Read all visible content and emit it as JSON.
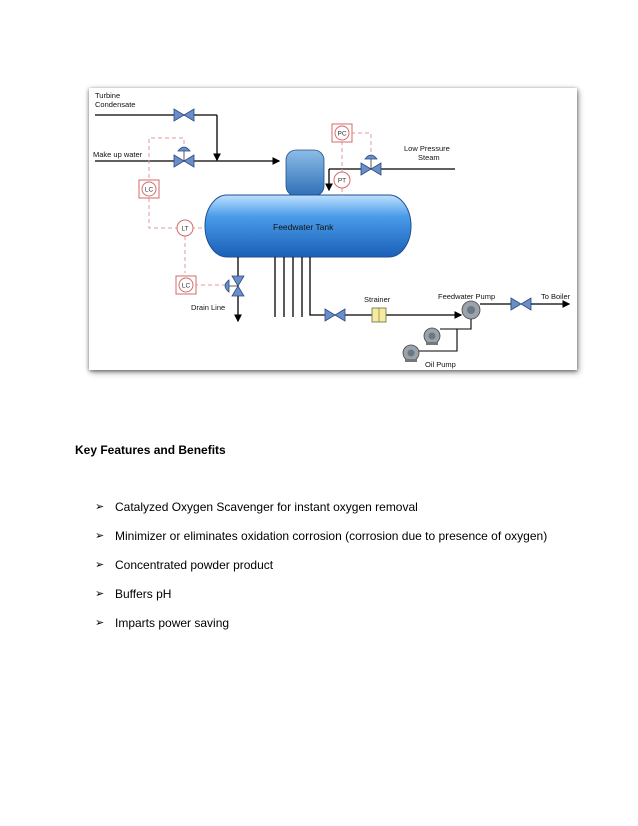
{
  "diagram": {
    "labels": {
      "turbine_line1": "Turbine",
      "turbine_line2": "Condensate",
      "makeup": "Make up water",
      "lowpressure_line1": "Low Pressure",
      "lowpressure_line2": "Steam",
      "tank": "Feedwater Tank",
      "drain": "Drain Line",
      "strainer": "Strainer",
      "feedwater_pump": "Feedwater Pump",
      "to_boiler": "To Boiler",
      "oil_pump": "Oil Pump"
    },
    "instruments": {
      "pc": "PC",
      "pt": "PT",
      "lc_top": "LC",
      "lt": "LT",
      "lc_bottom": "LC"
    }
  },
  "section": {
    "heading": "Key Features and Benefits",
    "bullet_glyph": "➢",
    "items": [
      "Catalyzed Oxygen Scavenger for instant oxygen removal",
      "Minimizer or eliminates oxidation corrosion (corrosion due to presence of oxygen)",
      "Concentrated powder product",
      "Buffers pH",
      "Imparts power saving"
    ]
  }
}
